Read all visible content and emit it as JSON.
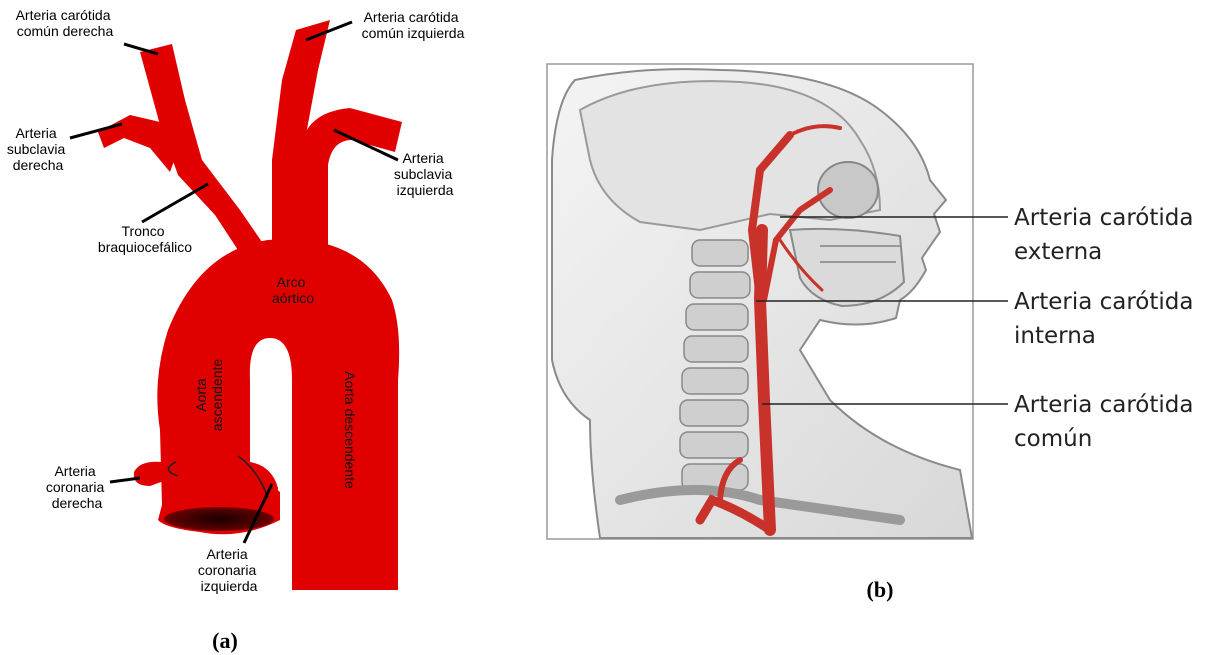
{
  "panel_a": {
    "caption": "(a)",
    "labels": {
      "carotid_right": [
        "Arteria carótida",
        "común derecha"
      ],
      "carotid_left": [
        "Arteria carótida",
        "común izquierda"
      ],
      "subclavian_right": [
        "Arteria",
        "subclavia",
        "derecha"
      ],
      "subclavian_left": [
        "Arteria",
        "subclavia",
        "izquierda"
      ],
      "brachiocephalic": [
        "Tronco",
        "braquiocefálico"
      ],
      "aortic_arch": [
        "Arco",
        "aórtico"
      ],
      "ascending_aorta": [
        "Aorta",
        "ascendente"
      ],
      "descending_aorta": "Aorta descendente",
      "coronary_right": [
        "Arteria",
        "coronaria",
        "derecha"
      ],
      "coronary_left": [
        "Arteria",
        "coronaria",
        "izquierda"
      ]
    },
    "colors": {
      "artery": "#e00000",
      "artery_dark": "#5a0000"
    }
  },
  "panel_b": {
    "caption": "(b)",
    "labels": {
      "external_carotid": [
        "Arteria carótida",
        "externa"
      ],
      "internal_carotid": [
        "Arteria carótida",
        "interna"
      ],
      "common_carotid": [
        "Arteria carótida",
        "común"
      ]
    },
    "colors": {
      "artery": "#c8322a",
      "bone": "#c9c9c9"
    }
  }
}
